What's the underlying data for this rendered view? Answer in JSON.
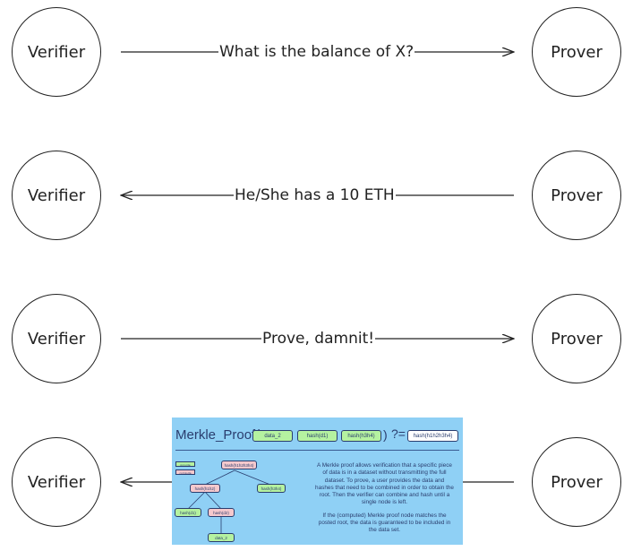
{
  "rows": [
    {
      "left": "Verifier",
      "right": "Prover",
      "message": "What is the balance of X?",
      "direction": "to-prover"
    },
    {
      "left": "Verifier",
      "right": "Prover",
      "message": "He/She has a 10 ETH",
      "direction": "to-verifier"
    },
    {
      "left": "Verifier",
      "right": "Prover",
      "message": "Prove, damnit!",
      "direction": "to-prover"
    },
    {
      "left": "Verifier",
      "right": "Prover",
      "message": "",
      "direction": "to-verifier"
    }
  ],
  "proof_panel": {
    "title_prefix": "Merkle_Proof(",
    "args": [
      "data_2",
      "hash(d1)",
      "hash(h3h4)"
    ],
    "close_paren": ")",
    "compare": "?=",
    "root": "hash(h1h2h3h4)",
    "legend": [
      "provide",
      "compute"
    ],
    "tree": {
      "root": "hash(h1h2h3h4)",
      "left": "hash(h1h2)",
      "right": "hash(h3h4)",
      "leaf_left": "hash(d1)",
      "leaf_right": "hash(d2)",
      "data": "data_2"
    },
    "description": [
      "A Merkle proof allows verification that a specific piece of data is in a dataset without transmitting the full dataset. To prove, a user provides the data and hashes that need to be combined in order to obtain the root. Then the verifier can combine and hash until a single node is left.",
      "If the (computed) Merkle proof node matches the posted root, the data is guaranteed to be included in the data set."
    ],
    "colors": {
      "background": "#8fd0f5",
      "provided": "#b5f2a0",
      "computed": "#f5c9cd"
    }
  }
}
